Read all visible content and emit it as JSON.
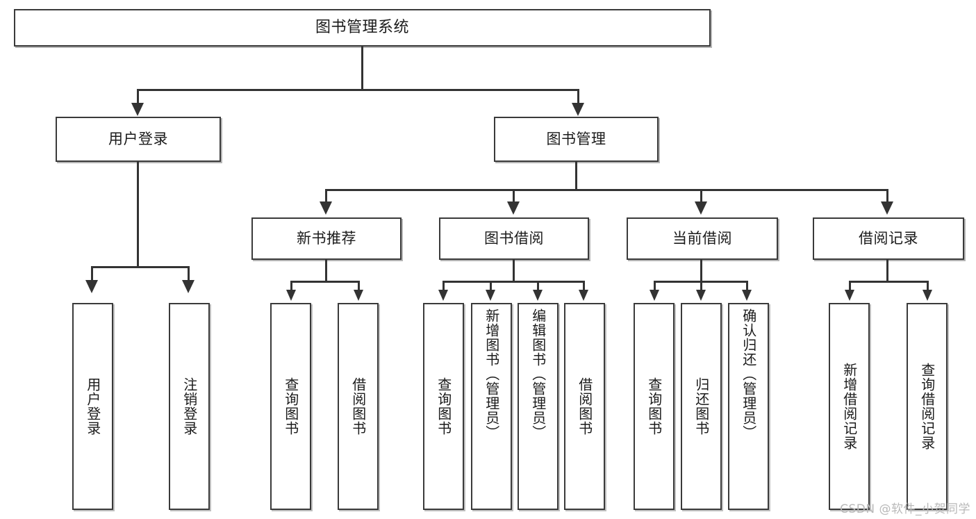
{
  "diagram": {
    "type": "tree",
    "title": "图书管理系统",
    "root": {
      "label": "图书管理系统"
    },
    "level1": [
      {
        "label": "用户登录"
      },
      {
        "label": "图书管理"
      }
    ],
    "level2": [
      {
        "label": "新书推荐"
      },
      {
        "label": "图书借阅"
      },
      {
        "label": "当前借阅"
      },
      {
        "label": "借阅记录"
      }
    ],
    "leaves": {
      "user_login": [
        {
          "label": "用户登录"
        },
        {
          "label": "注销登录"
        }
      ],
      "new_book": [
        {
          "label": "查询图书"
        },
        {
          "label": "借阅图书"
        }
      ],
      "book_borrow": [
        {
          "label": "查询图书"
        },
        {
          "label": "新增图书（管理员）"
        },
        {
          "label": "编辑图书（管理员）"
        },
        {
          "label": "借阅图书"
        }
      ],
      "current_borrow": [
        {
          "label": "查询图书"
        },
        {
          "label": "归还图书"
        },
        {
          "label": "确认归还（管理员）"
        }
      ],
      "borrow_record": [
        {
          "label": "新增借阅记录"
        },
        {
          "label": "查询借阅记录"
        }
      ]
    },
    "watermark": "CSDN @软件_小贺同学",
    "colors": {
      "stroke": "#3a3a3a",
      "connector": "#333333",
      "text": "#1b1b1b",
      "background": "#ffffff",
      "watermark": "#b9b9b9"
    }
  }
}
